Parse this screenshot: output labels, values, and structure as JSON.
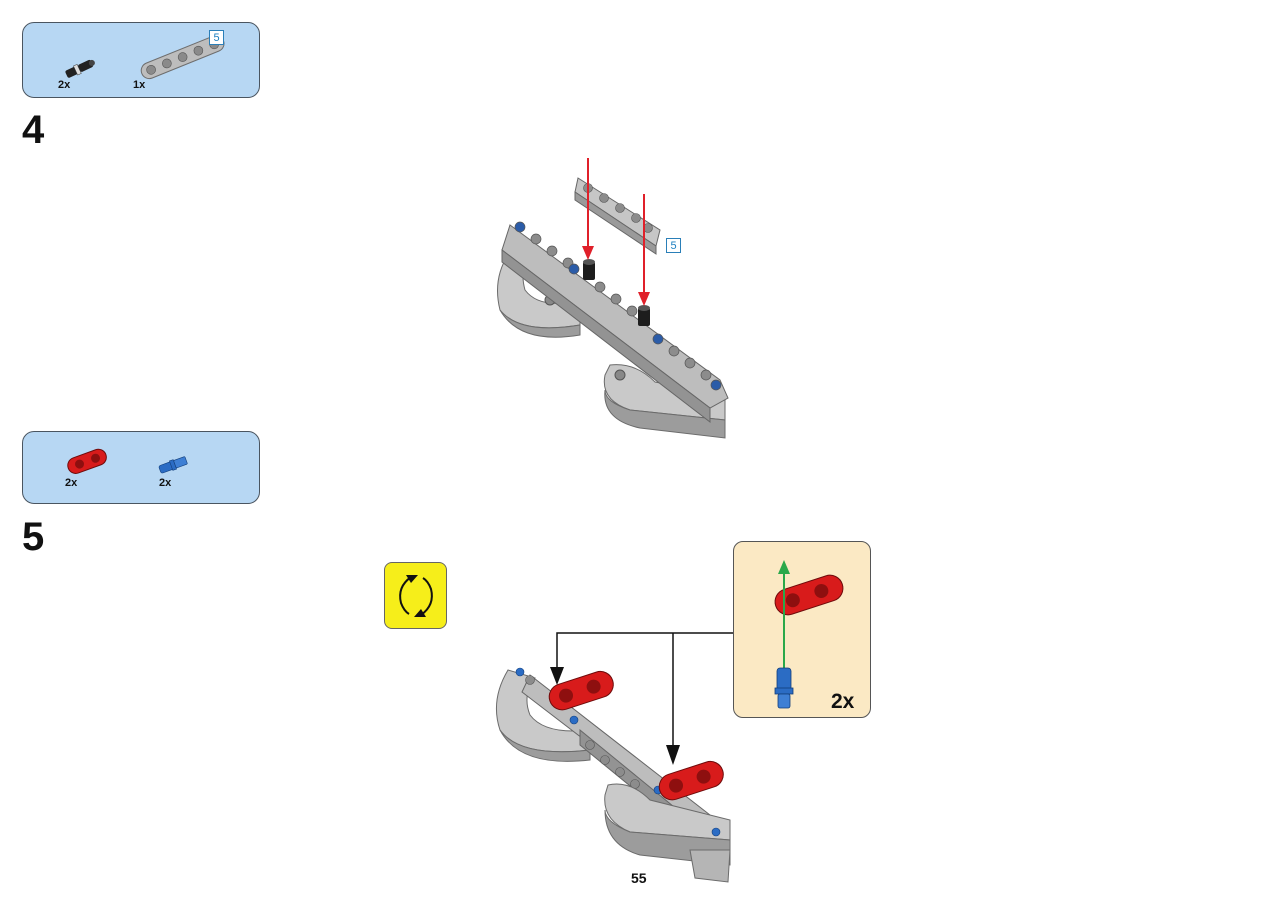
{
  "step4": {
    "number": "4",
    "parts": [
      {
        "name": "black-friction-pin",
        "qty": "2x"
      },
      {
        "name": "beam-5",
        "qty": "1x",
        "length_tag": "5"
      }
    ],
    "model_length_tag": "5"
  },
  "step5": {
    "number": "5",
    "parts": [
      {
        "name": "red-axle-pin-connector",
        "qty": "2x"
      },
      {
        "name": "blue-axle-pin",
        "qty": "2x"
      }
    ],
    "subassembly_multiplier": "2x",
    "rotate_icon": "rotate-model-icon"
  },
  "page_number": "55",
  "colors": {
    "parts_box_bg": "#b7d7f3",
    "callout_bg": "#fbe9c4",
    "rotate_bg": "#f6ee1a",
    "beam_gray": "#bdbdbd",
    "pin_red": "#d81b1b",
    "pin_blue": "#2b6cc4",
    "arrow_red": "#e0202a",
    "arrow_green": "#2aa84a"
  }
}
